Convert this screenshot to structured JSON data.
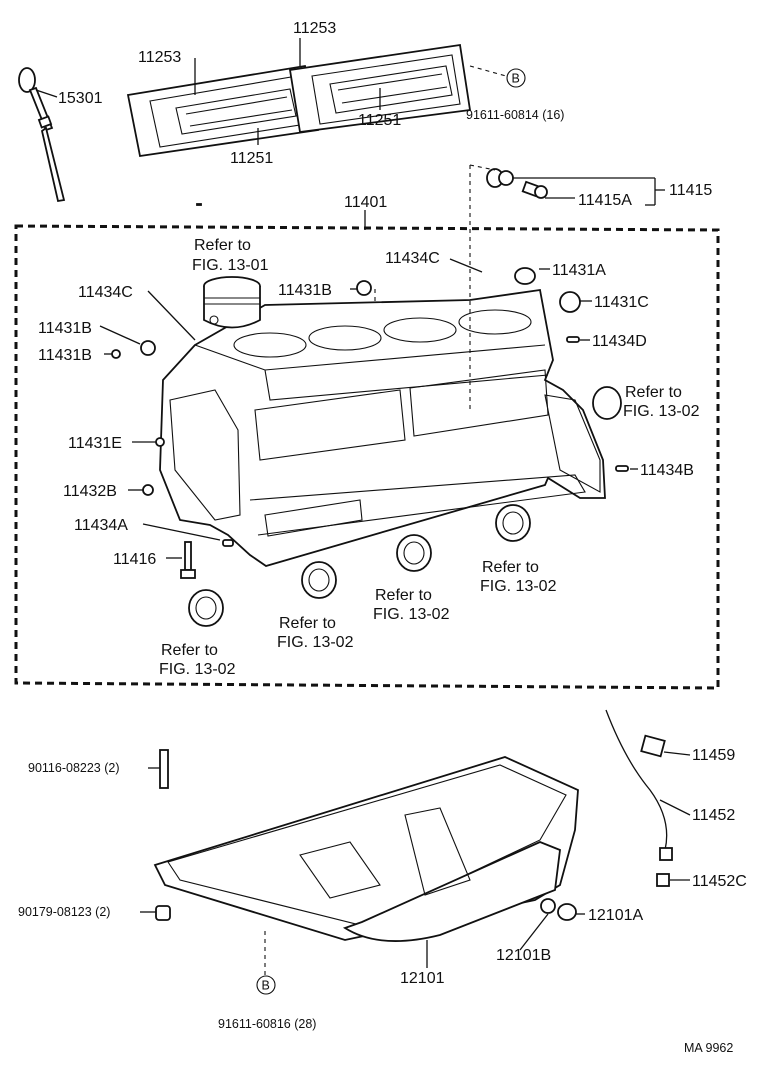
{
  "diagram": {
    "catalog_code": "MA 9962",
    "part_numbers": {
      "p11253_top": "11253",
      "p11253_left": "11253",
      "p15301": "15301",
      "p11251_right": "11251",
      "p11251_left": "11251",
      "p91611_60814": "91611-60814 (16)",
      "p11415": "11415",
      "p11415A": "11415A",
      "p11401": "11401",
      "p11434C_left": "11434C",
      "p11431B_mid": "11431B",
      "p11434C_mid": "11434C",
      "p11431A": "11431A",
      "p11431C": "11431C",
      "p11431B_left": "11431B",
      "p11431B_left2": "11431B",
      "p11434D": "11434D",
      "p11431E": "11431E",
      "p11432B": "11432B",
      "p11434A": "11434A",
      "p11416": "11416",
      "p11434B": "11434B",
      "p90116_08223": "90116-08223 (2)",
      "p11459": "11459",
      "p11452": "11452",
      "p11452C": "11452C",
      "p90179_08123": "90179-08123 (2)",
      "p12101A": "12101A",
      "p12101B": "12101B",
      "p12101": "12101",
      "p91611_60816": "91611-60816 (28)"
    },
    "refer": {
      "refer_word": "Refer to",
      "fig_13_01": "FIG. 13-01",
      "fig_13_02": "FIG. 13-02"
    },
    "callout_letter": "B"
  }
}
